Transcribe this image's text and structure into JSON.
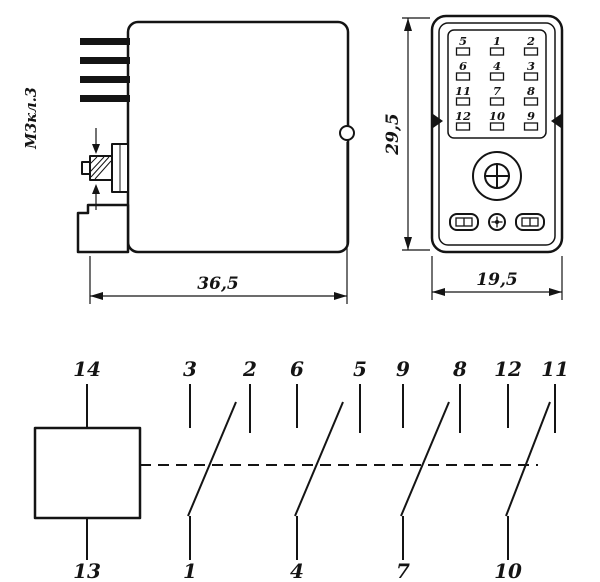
{
  "drawing": {
    "side_view": {
      "width_dim": "36,5",
      "thread_label": "М3кл.3"
    },
    "front_view": {
      "height_dim": "29,5",
      "width_dim": "19,5",
      "pin_grid": [
        [
          "5",
          "1",
          "2"
        ],
        [
          "6",
          "4",
          "3"
        ],
        [
          "11",
          "7",
          "8"
        ],
        [
          "12",
          "10",
          "9"
        ]
      ]
    },
    "schematic": {
      "coil_top_pin": "14",
      "coil_bottom_pin": "13",
      "groups": [
        {
          "nc": "3",
          "no": "2",
          "common": "1"
        },
        {
          "nc": "6",
          "no": "5",
          "common": "4"
        },
        {
          "nc": "9",
          "no": "8",
          "common": "7"
        },
        {
          "nc": "12",
          "no": "11",
          "common": "10"
        }
      ]
    }
  }
}
